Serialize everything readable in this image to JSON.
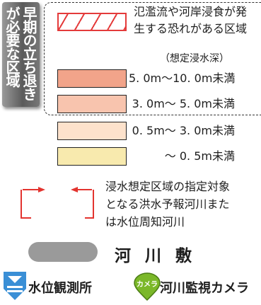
{
  "side_label": {
    "line1": "早期の立ち退き",
    "line2": "が必要な区域"
  },
  "legend": {
    "overflow_zone": {
      "label_line1": "氾濫流や河岸浸食が発",
      "label_line2": "生する恐れがある区域",
      "color": "#e43b3b"
    },
    "depth_header": "（想定浸水深）",
    "depth_classes": [
      {
        "label": "5. 0m～10. 0m未満",
        "color": "#f2a48a"
      },
      {
        "label": "3. 0m～ 5. 0m未満",
        "color": "#f8c4ae"
      },
      {
        "label": "0. 5m～ 3. 0m未満",
        "color": "#fde2cc"
      },
      {
        "label": "～ 0. 5m未満",
        "color": "#f8eaae"
      }
    ],
    "designated_river": {
      "line1": "浸水想定区域の指定対象",
      "line2": "となる洪水予報河川また",
      "line3": "は水位周知河川",
      "color": "#e3342f"
    },
    "riverbed": {
      "label": "河 川 敷",
      "color": "#9a9a9a"
    },
    "water_station": {
      "label": "水位観測所",
      "icon": "water-level-station-icon",
      "color": "#3a8fd6"
    },
    "river_camera": {
      "label": "河川監視カメラ",
      "icon_text": "カメラ",
      "icon": "camera-marker-icon",
      "color": "#7bb829"
    }
  }
}
